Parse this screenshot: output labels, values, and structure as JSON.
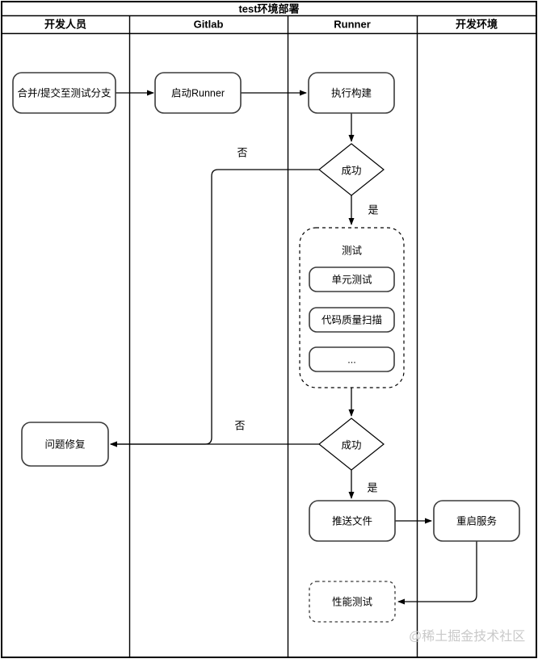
{
  "diagram": {
    "title": "test环境部署",
    "lanes": [
      "开发人员",
      "Gitlab",
      "Runner",
      "开发环境"
    ],
    "nodes": {
      "merge_commit": "合并/提交至测试分支",
      "start_runner": "启动Runner",
      "run_build": "执行构建",
      "build_decision": "成功",
      "test_group_title": "测试",
      "unit_test": "单元测试",
      "code_quality_scan": "代码质量扫描",
      "more_tests": "...",
      "test_decision": "成功",
      "fix_issue": "问题修复",
      "push_files": "推送文件",
      "restart_service": "重启服务",
      "performance_test": "性能测试"
    },
    "edge_labels": {
      "build_yes": "是",
      "build_no": "否",
      "test_yes": "是",
      "test_no": "否"
    },
    "watermark": "@稀土掘金技术社区",
    "colors": {
      "line": "#000000",
      "node_stroke": "#3b3b3b",
      "background": "#ffffff",
      "watermark_text": "#c9c9c9"
    }
  }
}
